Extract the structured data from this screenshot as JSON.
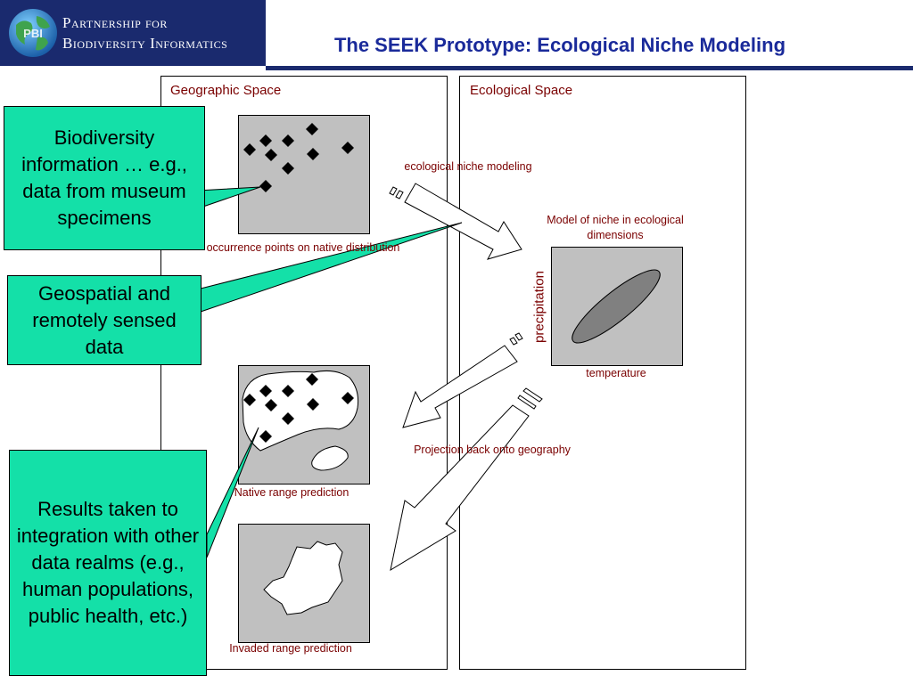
{
  "header": {
    "logo_line1": "Partnership for",
    "logo_line2": "Biodiversity Informatics",
    "title": "The SEEK Prototype: Ecological Niche Modeling"
  },
  "panels": {
    "geographic_space": "Geographic Space",
    "ecological_space": "Ecological Space"
  },
  "labels": {
    "occurrence": "occurrence points on native distribution",
    "niche_modeling": "ecological niche modeling",
    "niche_model_line1": "Model of niche in ecological",
    "niche_model_line2": "dimensions",
    "precipitation": "precipitation",
    "temperature": "temperature",
    "projection": "Projection back onto geography",
    "native_range": "Native range prediction",
    "invaded_range": "Invaded range prediction"
  },
  "callouts": {
    "biodiversity": "Biodiversity information … e.g., data from museum specimens",
    "geospatial": "Geospatial and remotely sensed data",
    "results": "Results taken to integration with other data realms (e.g., human populations, public health, etc.)"
  },
  "colors": {
    "header_bg": "#1a2a6e",
    "title": "#1a2a9a",
    "label": "#7a0000",
    "callout": "#14e0a8",
    "box_gray": "#c0c0c0",
    "niche_ellipse": "#808080"
  }
}
